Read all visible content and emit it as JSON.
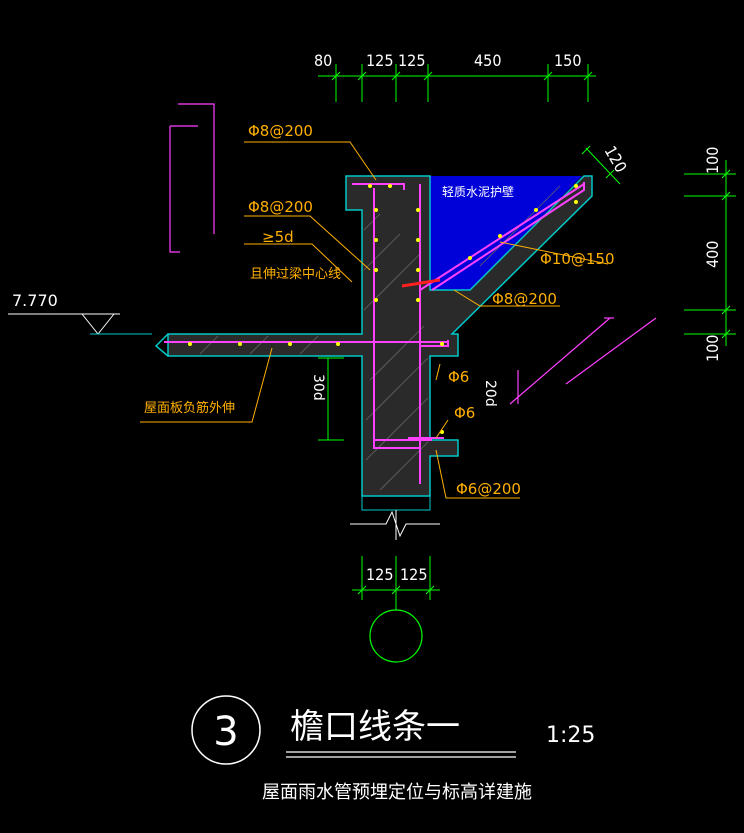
{
  "dimensions": {
    "top": [
      "80",
      "125",
      "125",
      "450",
      "150"
    ],
    "right": [
      "100",
      "400",
      "100"
    ],
    "bottom": [
      "125",
      "125"
    ],
    "slope": "120",
    "drop": "30d"
  },
  "elevation": "7.770",
  "labels": {
    "rebar_top": "Φ8@200",
    "rebar_mid": "Φ8@200",
    "anchor_len": "≥5d",
    "extend_note": "且伸过梁中心线",
    "slab_note": "屋面板负筋外伸",
    "top_fill": "轻质水泥护壁",
    "rebar_slope": "Φ10@150",
    "rebar_slope2": "Φ8@200",
    "tie_1": "Φ6",
    "tie_2": "Φ6",
    "tie_3": "Φ6@200",
    "lap": "20d"
  },
  "title": {
    "number": "3",
    "name": "檐口线条一",
    "scale": "1:25",
    "note": "屋面雨水管预埋定位与标高详建施"
  },
  "colors": {
    "concrete": "#00c8c8",
    "rebar": "#ff40ff",
    "dimension": "#00ff00",
    "leader": "#ffb000",
    "text": "#ffffff",
    "fill": "#0000ff"
  }
}
